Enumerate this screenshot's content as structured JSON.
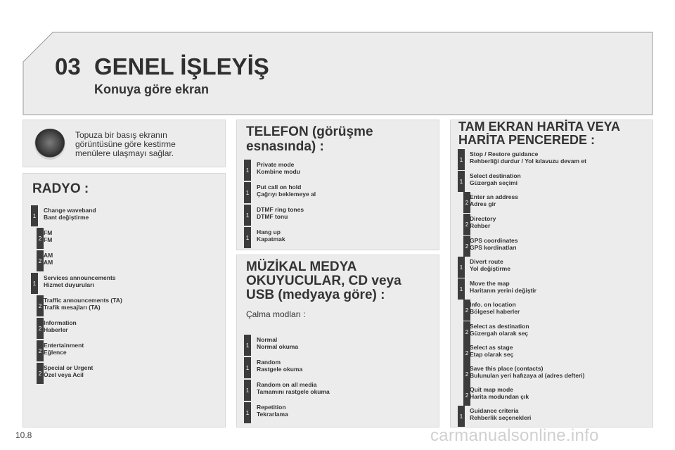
{
  "header": {
    "chapter": "03",
    "title": "GENEL İŞLEYİŞ",
    "subtitle": "Konuya göre ekran"
  },
  "knob_text": "Topuza bir basış ekranın görüntüsüne göre kestirme menülere ulaşmayı sağlar.",
  "radio": {
    "title": "RADYO :",
    "items": [
      {
        "level": "1",
        "en": "Change waveband",
        "tr": "Bant değiştirme"
      },
      {
        "level": "2",
        "en": "FM",
        "tr": "FM"
      },
      {
        "level": "2",
        "en": "AM",
        "tr": "AM"
      },
      {
        "level": "1",
        "en": "Services announcements",
        "tr": "Hizmet duyuruları"
      },
      {
        "level": "2",
        "en": "Traffic announcements (TA)",
        "tr": "Trafik mesajları (TA)"
      },
      {
        "level": "2",
        "en": "Information",
        "tr": "Haberler"
      },
      {
        "level": "2",
        "en": "Entertainment",
        "tr": "Eğlence"
      },
      {
        "level": "2",
        "en": "Special or Urgent",
        "tr": "Özel veya Acil"
      }
    ]
  },
  "phone": {
    "title_line1": "TELEFON (görüşme",
    "title_line2": "esnasında) :",
    "items": [
      {
        "level": "1",
        "en": "Private mode",
        "tr": "Kombine modu"
      },
      {
        "level": "1",
        "en": "Put call on hold",
        "tr": "Çağrıyı beklemeye al"
      },
      {
        "level": "1",
        "en": "DTMF ring tones",
        "tr": "DTMF tonu"
      },
      {
        "level": "1",
        "en": "Hang up",
        "tr": "Kapatmak"
      }
    ]
  },
  "music": {
    "title_line1": "MÜZİKAL MEDYA",
    "title_line2": "OKUYUCULAR, CD veya",
    "title_line3": "USB (medyaya göre) :",
    "modes_label": "Çalma modları :",
    "items": [
      {
        "level": "1",
        "en": "Normal",
        "tr": "Normal okuma"
      },
      {
        "level": "1",
        "en": "Random",
        "tr": "Rastgele okuma"
      },
      {
        "level": "1",
        "en": "Random on all media",
        "tr": "Tamamını rastgele okuma"
      },
      {
        "level": "1",
        "en": "Repetition",
        "tr": "Tekrarlama"
      }
    ]
  },
  "map": {
    "title_line1": "TAM EKRAN HARİTA VEYA",
    "title_line2": "HARİTA PENCEREDE :",
    "items": [
      {
        "level": "1",
        "en": "Stop / Restore guidance",
        "tr": "Rehberliği durdur / Yol kılavuzu devam et"
      },
      {
        "level": "1",
        "en": "Select destination",
        "tr": "Güzergah seçimi"
      },
      {
        "level": "2",
        "en": "Enter an address",
        "tr": "Adres gir"
      },
      {
        "level": "2",
        "en": "Directory",
        "tr": "Rehber"
      },
      {
        "level": "2",
        "en": "GPS coordinates",
        "tr": "GPS kordinatları"
      },
      {
        "level": "1",
        "en": "Divert route",
        "tr": "Yol değiştirme"
      },
      {
        "level": "1",
        "en": "Move the map",
        "tr": "Haritanın yerini değiştir"
      },
      {
        "level": "2",
        "en": "Info. on location",
        "tr": "Bölgesel haberler"
      },
      {
        "level": "2",
        "en": "Select as destination",
        "tr": "Güzergah olarak seç"
      },
      {
        "level": "2",
        "en": "Select as stage",
        "tr": "Etap olarak seç"
      },
      {
        "level": "2",
        "en": "Save this place (contacts)",
        "tr": "Bulunulan yeri hafızaya al (adres defteri)"
      },
      {
        "level": "2",
        "en": "Quit map mode",
        "tr": "Harita modundan çık"
      },
      {
        "level": "1",
        "en": "Guidance criteria",
        "tr": "Rehberlik seçenekleri"
      }
    ]
  },
  "footer": {
    "page": "10.8",
    "watermark": "carmanualsonline.info"
  }
}
